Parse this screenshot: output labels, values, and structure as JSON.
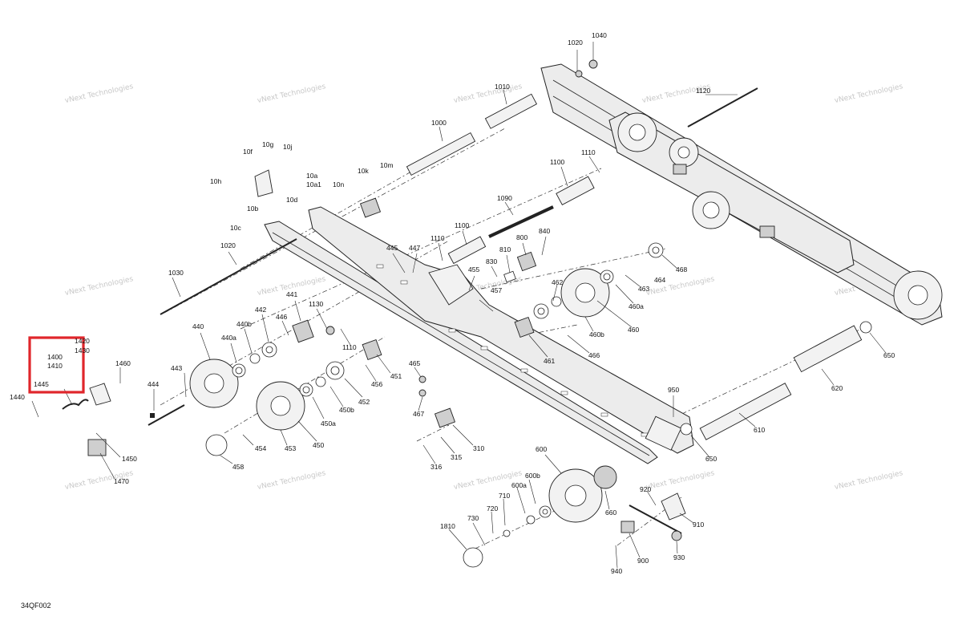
{
  "diagram_code": "34QF002",
  "watermark_text": "vNext Technologies",
  "highlight_color": "#e0262b",
  "callouts": [
    "1040",
    "1020",
    "1010",
    "1120",
    "1000",
    "1110",
    "1100",
    "10g",
    "10j",
    "10f",
    "10h",
    "10m",
    "10k",
    "10n",
    "10a",
    "10a1",
    "10d",
    "10b",
    "10c",
    "1020",
    "1090",
    "1100",
    "1110",
    "800",
    "840",
    "445",
    "447",
    "810",
    "830",
    "468",
    "455",
    "457",
    "1030",
    "462",
    "463",
    "464",
    "460a",
    "441",
    "1130",
    "442",
    "446",
    "440b",
    "440",
    "440a",
    "1110",
    "460b",
    "460",
    "461",
    "466",
    "451",
    "465",
    "467",
    "456",
    "443",
    "452",
    "450b",
    "450a",
    "444",
    "453",
    "450",
    "454",
    "458",
    "1400",
    "1410",
    "1420",
    "1430",
    "1460",
    "1445",
    "1440",
    "1450",
    "1470",
    "310",
    "315",
    "316",
    "650",
    "620",
    "610",
    "950",
    "650",
    "660",
    "600",
    "600b",
    "600a",
    "710",
    "720",
    "730",
    "1810",
    "920",
    "910",
    "900",
    "930",
    "940"
  ]
}
